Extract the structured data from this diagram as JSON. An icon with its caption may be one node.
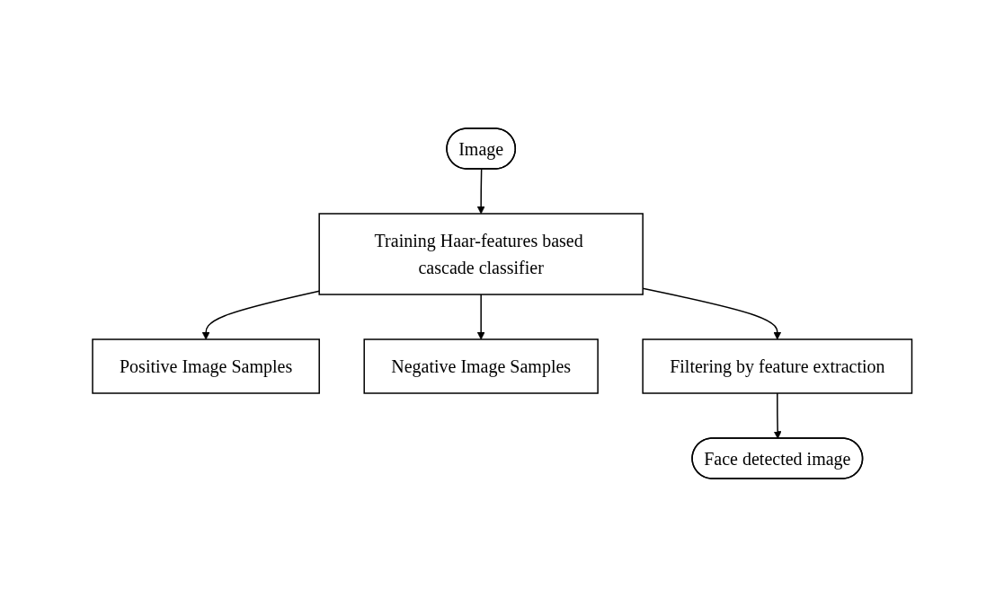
{
  "diagram": {
    "nodes": [
      {
        "text": [
          "Image"
        ]
      },
      {
        "text": [
          "Positive Image Samples"
        ]
      },
      {
        "text": [
          "Training Haar-features based cascade classifier"
        ]
      },
      {
        "text": [
          "Negative Image Samples"
        ]
      },
      {
        "text": [
          "Filtering by feature extraction"
        ]
      },
      {
        "text": [
          "Face detected image"
        ]
      }
    ],
    "edges": [
      {
        "from": 0,
        "to": 2,
        "arrow": "to"
      },
      {
        "from": 2,
        "to": 1,
        "arrow": "to"
      },
      {
        "from": 2,
        "to": 3,
        "arrow": "to"
      },
      {
        "from": 2,
        "to": 4,
        "arrow": "to"
      },
      {
        "from": 4,
        "to": 5,
        "arrow": "to"
      }
    ]
  }
}
